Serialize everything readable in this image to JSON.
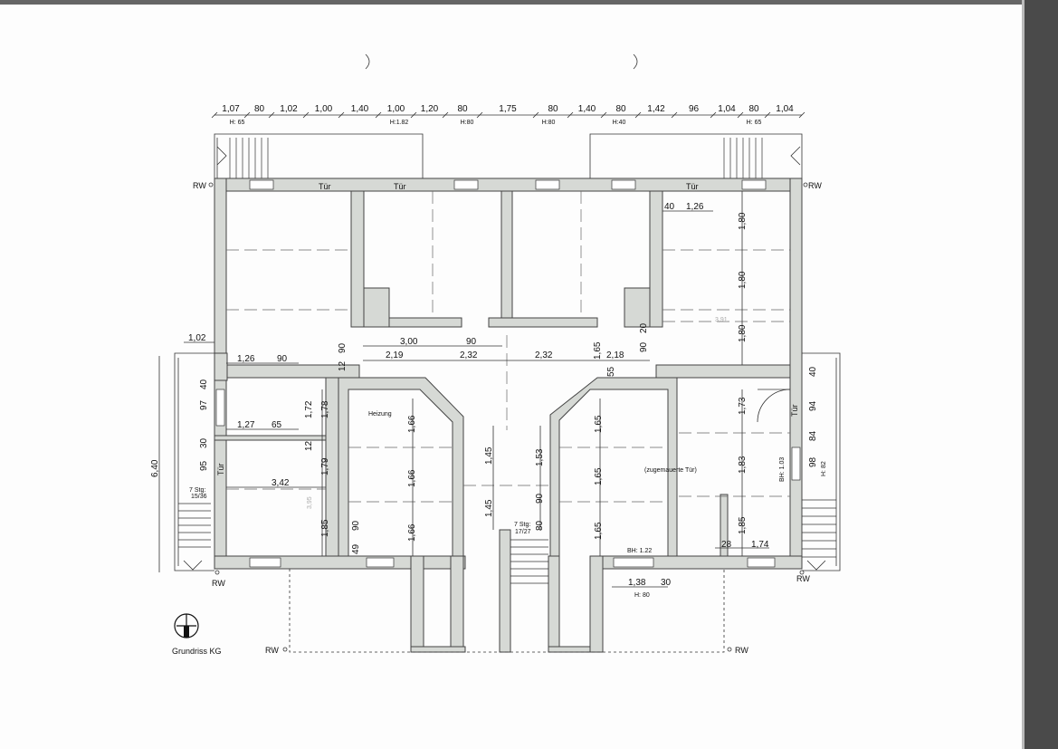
{
  "title": "Grundriss KG",
  "top_dimensions": [
    "1,07",
    "80",
    "1,02",
    "1,00",
    "1,40",
    "1,00",
    "1,20",
    "80",
    "1,75",
    "80",
    "1,40",
    "80",
    "1,42",
    "96",
    "1,04",
    "80",
    "1,04"
  ],
  "top_heights": [
    "H: 65",
    "H:1.82",
    "H:80",
    "H:80",
    "H:40",
    "H: 65"
  ],
  "labels": {
    "rw": "RW",
    "tuer": "Tür",
    "heizung": "Heizung",
    "zugemauerte": "(zugemauerte Tür)",
    "stairs_left": "7 Stg:",
    "stairs_left_sub": "15/36",
    "stairs_mid": "7 Stg:",
    "stairs_mid_sub": "17/27",
    "bh_122": "BH: 1.22",
    "bh_103": "BH: 1.03",
    "h_82": "H: 82",
    "h_80": "H: 80",
    "ghost_391": "3,91",
    "ghost_395": "3,95"
  },
  "dims": {
    "d_640": "6,40",
    "d_102": "1,02",
    "d_126": "1,26",
    "d_90a": "90",
    "d_97": "97",
    "d_40a": "40",
    "d_127": "1,27",
    "d_65": "65",
    "d_95": "95",
    "d_30a": "30",
    "d_342": "3,42",
    "d_172": "1,72",
    "d_178": "1,78",
    "d_12a": "12",
    "d_179": "1,79",
    "d_185a": "1,85",
    "d_90b": "90",
    "d_49": "49",
    "d_300": "3,00",
    "d_90c": "90",
    "d_219": "2,19",
    "d_232a": "2,32",
    "d_232b": "2,32",
    "d_12b": "12",
    "d_90d": "90",
    "d_166a": "1,66",
    "d_166b": "1,66",
    "d_166c": "1,66",
    "d_145a": "1,45",
    "d_145b": "1,45",
    "d_153": "1,53",
    "d_90e": "90",
    "d_80": "80",
    "d_165a": "1,65",
    "d_165b": "1,65",
    "d_165c": "1,65",
    "d_165d": "1,65",
    "d_55": "55",
    "d_218": "2,18",
    "d_90f": "90",
    "d_20": "20",
    "d_40b": "40",
    "d_126b": "1,26",
    "d_180a": "1,80",
    "d_180b": "1,80",
    "d_180c": "1,80",
    "d_173": "1,73",
    "d_183": "1,83",
    "d_185b": "1,85",
    "d_28": "28",
    "d_174": "1,74",
    "d_40c": "40",
    "d_94": "94",
    "d_84": "84",
    "d_98": "98",
    "d_138": "1,38",
    "d_30b": "30"
  }
}
